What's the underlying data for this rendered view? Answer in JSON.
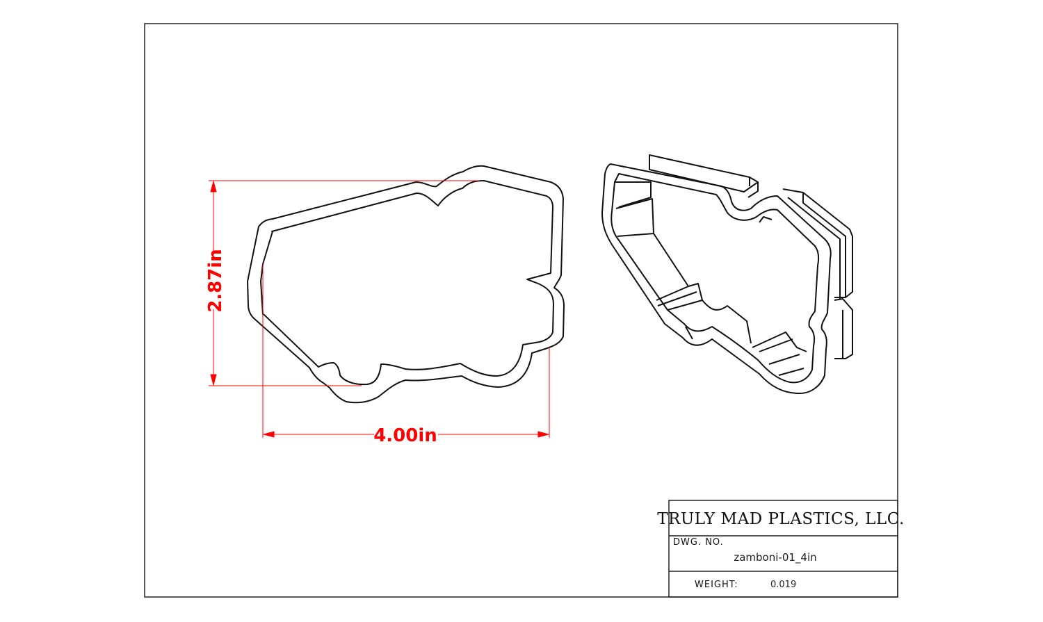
{
  "dimensions": {
    "height_label": "2.87in",
    "width_label": "4.00in",
    "color": "#ff0000"
  },
  "title_block": {
    "company": "TRULY MAD PLASTICS, LLC.",
    "dwg_no_label": "DWG. NO.",
    "dwg_no_value": "zamboni-01_4in",
    "weight_label": "WEIGHT:",
    "weight_value": "0.019"
  }
}
